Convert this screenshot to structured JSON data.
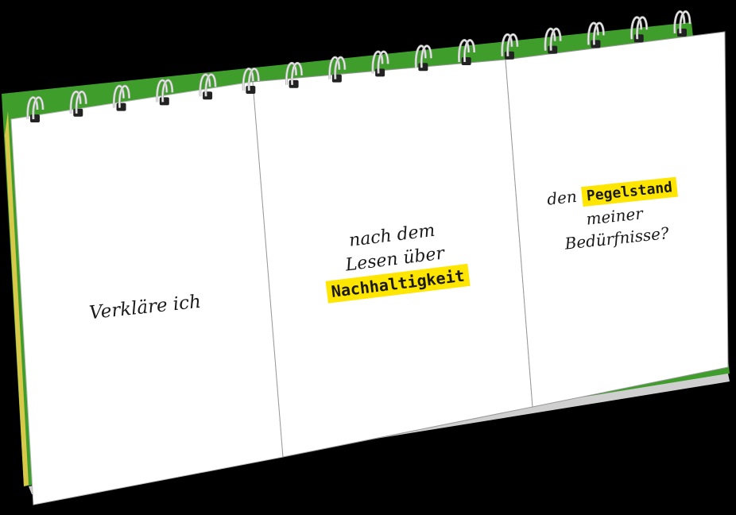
{
  "calendar": {
    "colors": {
      "background": "#000000",
      "cover": "#3f9d2b",
      "page_edge": "#e8d85a",
      "page": "#ffffff",
      "highlight": "#ffe600"
    },
    "ring_count": 16,
    "pages": [
      {
        "lines": [
          "Verkläre ich"
        ]
      },
      {
        "lines": [
          "nach dem",
          "Lesen über"
        ],
        "highlight": "Nachhaltigkeit"
      },
      {
        "prefix": "den",
        "highlight": "Pegelstand",
        "lines": [
          "meiner",
          "Bedürfnisse?"
        ]
      }
    ]
  }
}
